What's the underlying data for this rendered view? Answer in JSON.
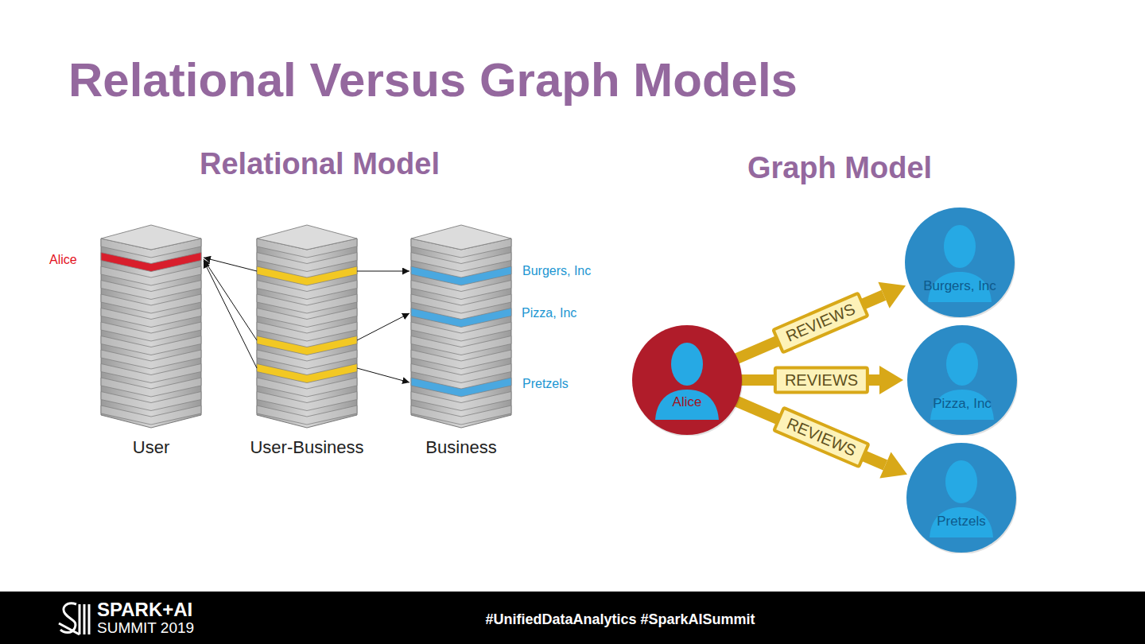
{
  "diagram": {
    "title": "Relational Versus Graph Models",
    "nodes": [
      {
        "text": [
          "User"
        ]
      },
      {
        "text": [
          "User-Business"
        ]
      },
      {
        "text": [
          "Business"
        ]
      },
      {
        "text": [
          "Alice"
        ]
      },
      {
        "text": [
          "Burgers, Inc"
        ]
      },
      {
        "text": [
          "Pizza, Inc"
        ]
      },
      {
        "text": [
          "Pretzels"
        ]
      }
    ],
    "edges": [
      {
        "from": 3,
        "to": 4,
        "label": "REVIEWS",
        "arrow": "to"
      },
      {
        "from": 3,
        "to": 5,
        "label": "REVIEWS",
        "arrow": "to"
      },
      {
        "from": 3,
        "to": 6,
        "label": "REVIEWS",
        "arrow": "to"
      }
    ],
    "labels": [
      "Relational Model",
      "Graph Model",
      "Alice",
      "Burgers, Inc",
      "Pizza, Inc",
      "Pretzels",
      "SPARK+AI",
      "SUMMIT 2019",
      "#UnifiedDataAnalytics #SparkAISummit"
    ]
  }
}
